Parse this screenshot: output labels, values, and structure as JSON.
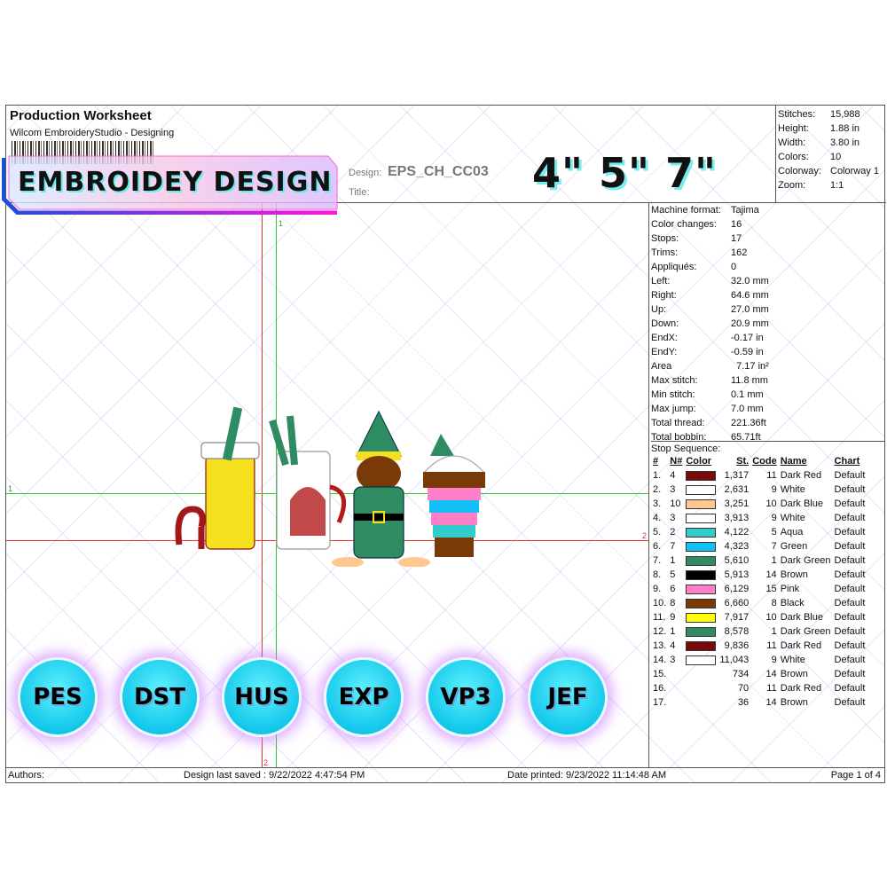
{
  "header": {
    "title": "Production Worksheet",
    "subtitle": "Wilcom EmbroideryStudio - Designing",
    "design_label": "Design:",
    "design_value": "EPS_CH_CC03",
    "title_label": "Title:"
  },
  "banner": {
    "text": "EMBROIDEY DESIGN"
  },
  "sizes": {
    "text": "4\" 5\" 7\""
  },
  "summary": [
    {
      "k": "Stitches:",
      "v": "15,988"
    },
    {
      "k": "Height:",
      "v": "1.88 in"
    },
    {
      "k": "Width:",
      "v": "3.80 in"
    },
    {
      "k": "Colors:",
      "v": "10"
    },
    {
      "k": "Colorway:",
      "v": "Colorway 1"
    },
    {
      "k": "Zoom:",
      "v": "1:1"
    }
  ],
  "properties": [
    {
      "k": "Machine format:",
      "v": "Tajima"
    },
    {
      "k": "Color changes:",
      "v": "16"
    },
    {
      "k": "Stops:",
      "v": "17"
    },
    {
      "k": "Trims:",
      "v": "162"
    },
    {
      "k": "Appliqués:",
      "v": "0"
    },
    {
      "k": "Left:",
      "v": "32.0 mm"
    },
    {
      "k": "Right:",
      "v": "64.6 mm"
    },
    {
      "k": "Up:",
      "v": "27.0 mm"
    },
    {
      "k": "Down:",
      "v": "20.9 mm"
    },
    {
      "k": "EndX:",
      "v": "-0.17 in"
    },
    {
      "k": "EndY:",
      "v": "-0.59 in"
    },
    {
      "k": "Area",
      "v": "  7.17 in²"
    },
    {
      "k": "Max stitch:",
      "v": "11.8 mm"
    },
    {
      "k": "Min stitch:",
      "v": "0.1 mm"
    },
    {
      "k": "Max jump:",
      "v": "7.0 mm"
    },
    {
      "k": "Total thread:",
      "v": "221.36ft"
    },
    {
      "k": "Total bobbin:",
      "v": "65.71ft"
    }
  ],
  "stop_sequence": {
    "label": "Stop Sequence:",
    "headers": [
      "#",
      "N#",
      "Color",
      "St.",
      "Code",
      "Name",
      "Chart"
    ],
    "rows": [
      {
        "n": "1.",
        "nn": "4",
        "color": "#7a0a0a",
        "st": "1,317",
        "code": "11",
        "name": "Dark Red",
        "chart": "Default"
      },
      {
        "n": "2.",
        "nn": "3",
        "color": "#ffffff",
        "st": "2,631",
        "code": "9",
        "name": "White",
        "chart": "Default"
      },
      {
        "n": "3.",
        "nn": "10",
        "color": "#ffc890",
        "st": "3,251",
        "code": "10",
        "name": "Dark Blue",
        "chart": "Default"
      },
      {
        "n": "4.",
        "nn": "3",
        "color": "#ffffff",
        "st": "3,913",
        "code": "9",
        "name": "White",
        "chart": "Default"
      },
      {
        "n": "5.",
        "nn": "2",
        "color": "#33cccc",
        "st": "4,122",
        "code": "5",
        "name": "Aqua",
        "chart": "Default"
      },
      {
        "n": "6.",
        "nn": "7",
        "color": "#12c0f5",
        "st": "4,323",
        "code": "7",
        "name": "Green",
        "chart": "Default"
      },
      {
        "n": "7.",
        "nn": "1",
        "color": "#2e8b62",
        "st": "5,610",
        "code": "1",
        "name": "Dark Green",
        "chart": "Default"
      },
      {
        "n": "8.",
        "nn": "5",
        "color": "#000000",
        "st": "5,913",
        "code": "14",
        "name": "Brown",
        "chart": "Default"
      },
      {
        "n": "9.",
        "nn": "6",
        "color": "#ff80c8",
        "st": "6,129",
        "code": "15",
        "name": "Pink",
        "chart": "Default"
      },
      {
        "n": "10.",
        "nn": "8",
        "color": "#7a3a08",
        "st": "6,660",
        "code": "8",
        "name": "Black",
        "chart": "Default"
      },
      {
        "n": "11.",
        "nn": "9",
        "color": "#ffff00",
        "st": "7,917",
        "code": "10",
        "name": "Dark Blue",
        "chart": "Default"
      },
      {
        "n": "12.",
        "nn": "1",
        "color": "#2e8b62",
        "st": "8,578",
        "code": "1",
        "name": "Dark Green",
        "chart": "Default"
      },
      {
        "n": "13.",
        "nn": "4",
        "color": "#7a0a0a",
        "st": "9,836",
        "code": "11",
        "name": "Dark Red",
        "chart": "Default"
      },
      {
        "n": "14.",
        "nn": "3",
        "color": "#ffffff",
        "st": "11,043",
        "code": "9",
        "name": "White",
        "chart": "Default"
      },
      {
        "n": "15.",
        "nn": "",
        "color": "",
        "st": "734",
        "code": "14",
        "name": "Brown",
        "chart": "Default"
      },
      {
        "n": "16.",
        "nn": "",
        "color": "",
        "st": "70",
        "code": "11",
        "name": "Dark Red",
        "chart": "Default"
      },
      {
        "n": "17.",
        "nn": "",
        "color": "",
        "st": "36",
        "code": "14",
        "name": "Brown",
        "chart": "Default"
      }
    ]
  },
  "formats": [
    "PES",
    "DST",
    "HUS",
    "EXP",
    "VP3",
    "JEF"
  ],
  "guides": {
    "top_1": "1",
    "left_1": "1",
    "right_2": "2",
    "bottom_2": "2"
  },
  "footer": {
    "authors": "Authors:",
    "saved": "Design last saved : 9/22/2022 4:47:54 PM",
    "printed": "Date printed: 9/23/2022 11:14:48 AM",
    "page": "Page 1 of 4"
  }
}
